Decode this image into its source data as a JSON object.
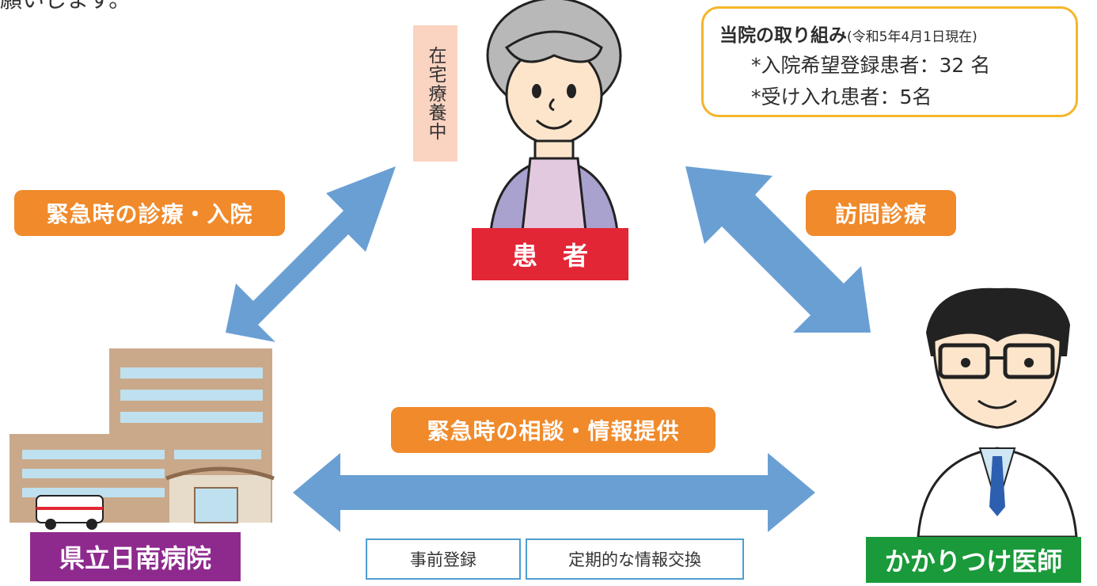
{
  "top_text": "願いします。",
  "info_box": {
    "title": "当院の取り組み",
    "date": "(令和5年4月1日現在)",
    "lines": [
      "*入院希望登録患者：32 名",
      "*受け入れ患者：5名"
    ]
  },
  "home_care_label": "在宅療養中",
  "patient_label": "患　者",
  "hospital_label": "県立日南病院",
  "doctor_label": "かかりつけ医師",
  "link_labels": {
    "emergency_admission": "緊急時の診療・入院",
    "home_visit": "訪問診療",
    "consult_info": "緊急時の相談・情報提供"
  },
  "bottom_tags": [
    "事前登録",
    "定期的な情報交換"
  ],
  "colors": {
    "arrow": "#6a9fd4",
    "pill": "#f08a2b",
    "patient": "#e32636",
    "hospital": "#8e2a8e",
    "doctor": "#1a9a3a",
    "info_border": "#f5b52a"
  }
}
